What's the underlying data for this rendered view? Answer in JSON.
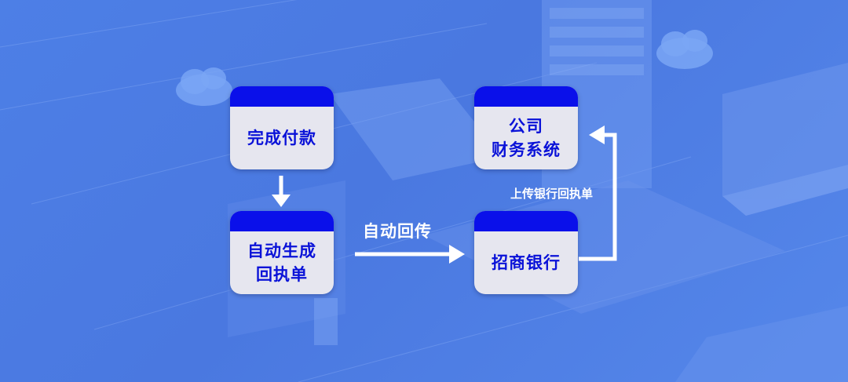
{
  "colors": {
    "background": "#4d7fe6",
    "node_fill": "#e6e6ef",
    "node_cap": "#0a10ea",
    "node_text": "#0a12d8",
    "arrow": "#ffffff"
  },
  "nodes": {
    "payment": {
      "lines": [
        "完成付款"
      ]
    },
    "receipt": {
      "lines": [
        "自动生成",
        "回执单"
      ]
    },
    "bank": {
      "lines": [
        "招商银行"
      ]
    },
    "finance": {
      "lines": [
        "公司",
        "财务系统"
      ]
    }
  },
  "edges": {
    "auto_return": "自动回传",
    "upload_receipt": "上传银行回执单"
  }
}
